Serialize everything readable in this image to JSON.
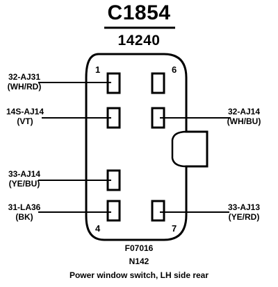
{
  "connector": {
    "id": "C1854",
    "part_number": "14240"
  },
  "pins": {
    "top_left": "1",
    "top_right": "6",
    "bottom_left": "4",
    "bottom_right": "7"
  },
  "wires": [
    {
      "circuit": "32-AJ31",
      "color": "(WH/RD)"
    },
    {
      "circuit": "14S-AJ14",
      "color": "(VT)"
    },
    {
      "circuit": "33-AJ14",
      "color": "(YE/BU)"
    },
    {
      "circuit": "31-LA36",
      "color": "(BK)"
    },
    {
      "circuit": "32-AJ14",
      "color": "(WH/BU)"
    },
    {
      "circuit": "33-AJ13",
      "color": "(YE/RD)"
    }
  ],
  "footer": {
    "code": "F07016",
    "ref": "N142",
    "description": "Power window switch, LH side rear"
  }
}
